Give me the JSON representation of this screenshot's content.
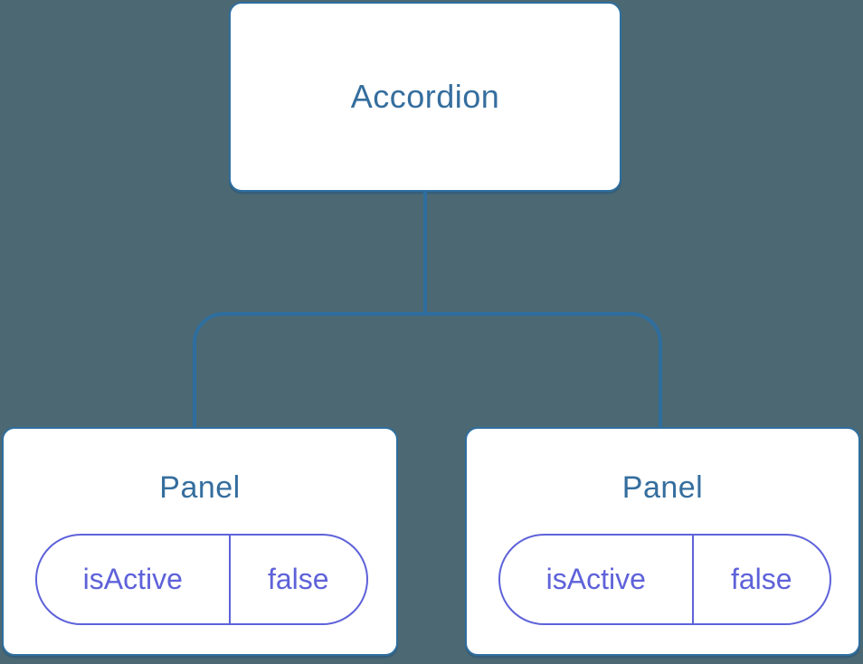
{
  "palette": {
    "background": "#4C6872",
    "node_fill": "#FFFFFF",
    "node_border": "#2E6E9F",
    "node_text": "#356E9E",
    "state_color": "#5E62D9"
  },
  "tree": {
    "root": {
      "label": "Accordion"
    },
    "children": [
      {
        "label": "Panel",
        "state": {
          "key": "isActive",
          "value": "false"
        }
      },
      {
        "label": "Panel",
        "state": {
          "key": "isActive",
          "value": "false"
        }
      }
    ]
  }
}
